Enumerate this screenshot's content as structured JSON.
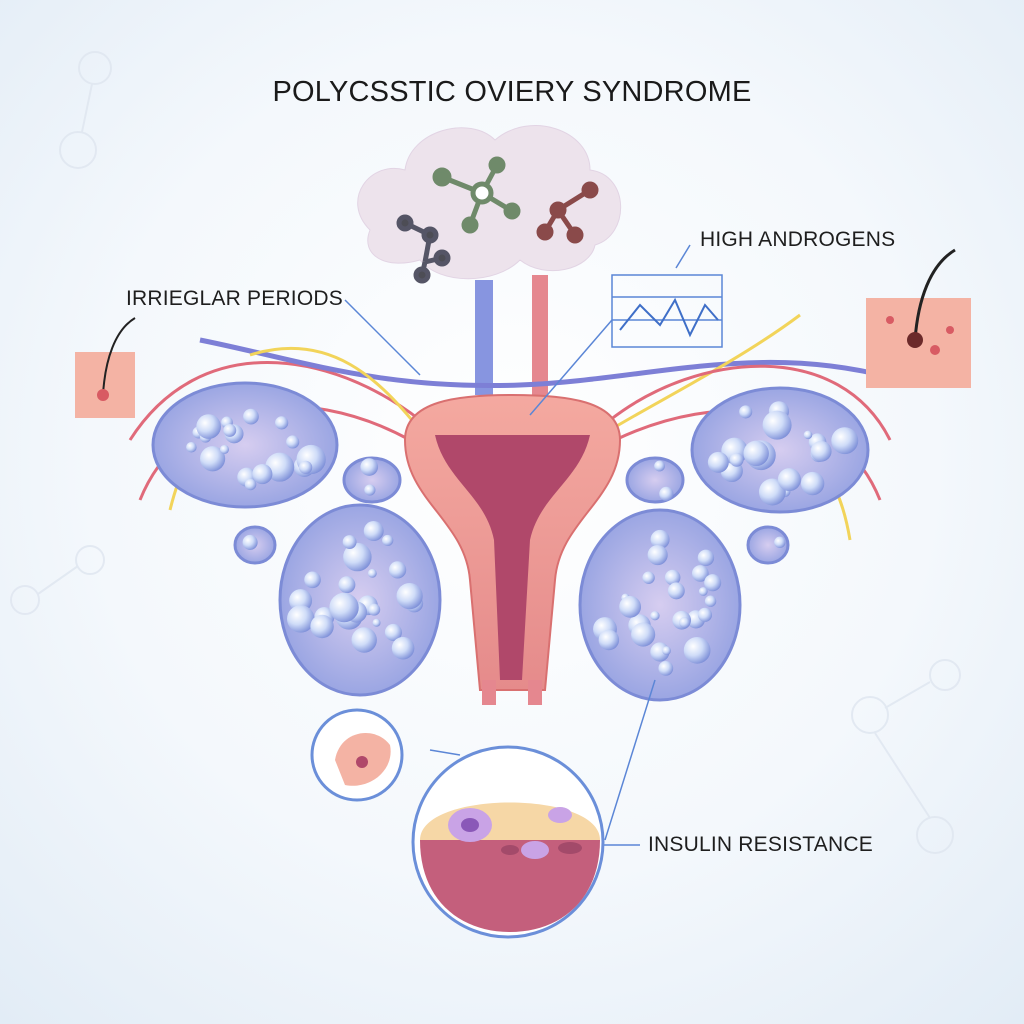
{
  "title": "POLYCSSTIC OVIERY SYNDROME",
  "labels": {
    "high_androgens": "HIGH ANDROGENS",
    "irregular_periods": "IRRIEGLAR PERIODS",
    "insulin_resistance": "INSULIN RESISTANCE"
  },
  "colors": {
    "uterus": "#e58b8b",
    "uterus_dark": "#b0486a",
    "ovary": "#a9b4ea",
    "cyst": "#dce8fb",
    "callout_line": "#5b86d6",
    "vein": "#7d7fd6",
    "artery": "#e06a7a",
    "nerve": "#f2d45a"
  }
}
